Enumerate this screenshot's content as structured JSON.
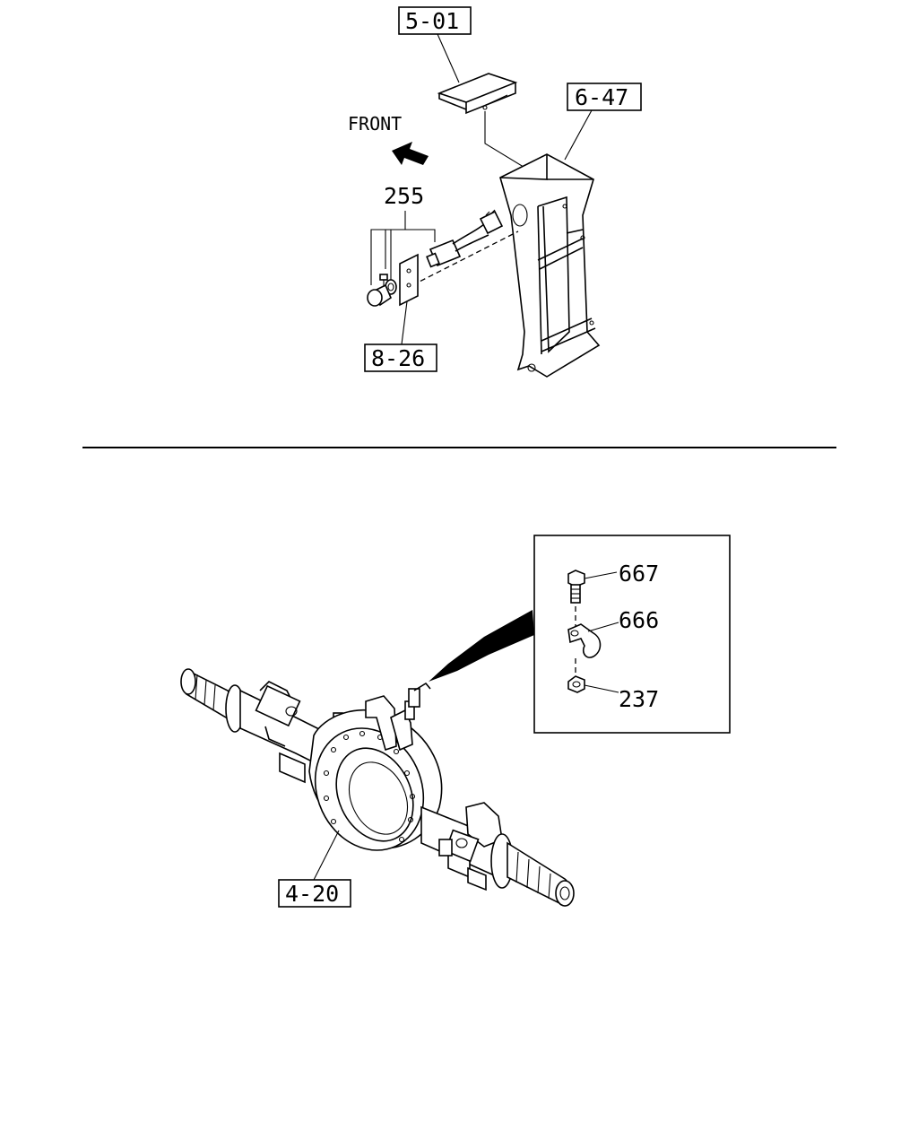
{
  "upper": {
    "direction_label": "FRONT",
    "refs": {
      "ref_5_01": "5-01",
      "ref_6_47": "6-47",
      "ref_255": "255",
      "ref_8_26": "8-26"
    }
  },
  "lower": {
    "refs": {
      "ref_4_20": "4-20",
      "ref_667": "667",
      "ref_666": "666",
      "ref_237": "237"
    }
  }
}
